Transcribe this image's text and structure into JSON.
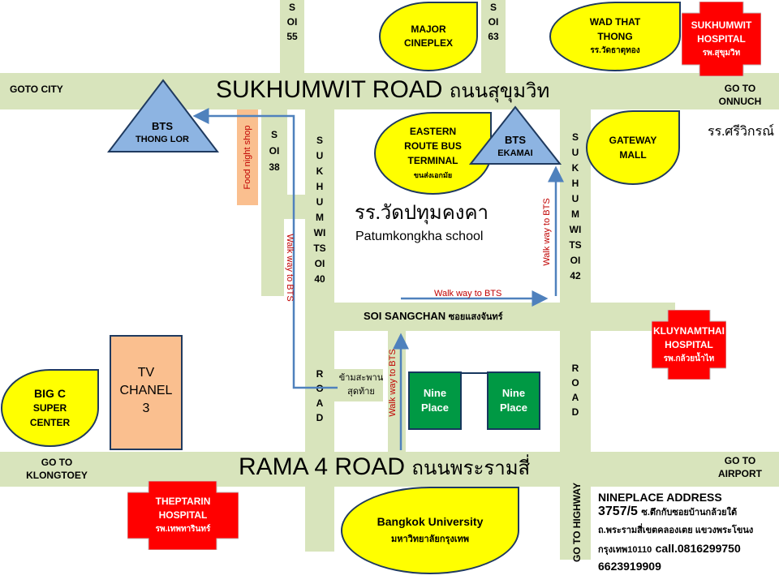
{
  "roads": {
    "sukhumvit_en": "SUKHUMWIT ROAD",
    "sukhumvit_th": "ถนนสุขุมวิท",
    "rama4_en": "RAMA 4 ROAD",
    "rama4_th": "ถนนพระรามสี่",
    "sangchan_en": "SOI SANGCHAN",
    "sangchan_th": "ซอยแสงจันทร์",
    "soi55": "SOI55",
    "soi63": "SOI63",
    "soi38": "SOI38",
    "soi40": "SUKHUMWITSOI40",
    "soi40_road": "ROAD",
    "soi42": "SUKHUMWITSOI42",
    "soi42_road": "ROAD"
  },
  "directions": {
    "goto_city": "GOTO CITY",
    "onnuch_1": "GO TO",
    "onnuch_2": "ONNUCH",
    "klongtoey_1": "GO TO",
    "klongtoey_2": "KLONGTOEY",
    "airport_1": "GO TO",
    "airport_2": "AIRPORT",
    "highway": "GO TO HIGHWAY"
  },
  "places": {
    "major_1": "MAJOR",
    "major_2": "CINEPLEX",
    "wad_1": "WAD THAT",
    "wad_2": "THONG",
    "wad_th": "รร.วัดธาตุทอง",
    "eastern_1": "EASTERN",
    "eastern_2": "ROUTE BUS",
    "eastern_3": "TERMINAL",
    "eastern_th": "ขนส่งเอกมัย",
    "gateway_1": "GATEWAY",
    "gateway_2": "MALL",
    "bigc_1": "BIG C",
    "bigc_2": "SUPER",
    "bigc_3": "CENTER",
    "bu_en": "Bangkok University",
    "bu_th": "มหาวิทยาลัยกรุงเทพ",
    "srivikorn_th": "รร.ศรีวิกรณ์",
    "school_th": "รร.วัดปทุมคงคา",
    "school_en": "Patumkongkha school",
    "tv_1": "TV",
    "tv_2": "CHANEL",
    "tv_3": "3",
    "food": "Food night  shop",
    "bridge_1": "ข้ามสะพาน",
    "bridge_2": "สุดท้าย",
    "nine_1a": "Nine",
    "nine_1b": "Place",
    "nine_2a": "Nine",
    "nine_2b": "Place"
  },
  "hospitals": {
    "sukhumvit_1": "SUKHUMWIT",
    "sukhumvit_2": "HOSPITAL",
    "sukhumvit_th": "รพ.สุขุมวิท",
    "kluay_1": "KLUYNAMTHAI",
    "kluay_2": "HOSPITAL",
    "kluay_th": "รพ.กล้วยน้ำไท",
    "thep_1": "THEPTARIN",
    "thep_2": "HOSPITAL",
    "thep_th": "รพ.เทพทารินทร์"
  },
  "bts": {
    "thonglor_1": "BTS",
    "thonglor_2": "THONG LOR",
    "ekamai_1": "BTS",
    "ekamai_2": "EKAMAI"
  },
  "walkways": {
    "soi40": "Walk way  to BTS",
    "sangchan": "Walk way  to BTS",
    "nine": "Walk way  to BTS",
    "soi42": "Walk way to BTS"
  },
  "address": {
    "title": "NINEPLACE ADDRESS",
    "number": "3757/5",
    "line1_th": "ซ.ตึกกับซอยบ้านกล้วยใต้",
    "line2_th": "ถ.พระรามสี่เขตคลองเตย แขวงพระโขนง",
    "line3_th": "กรุงเทพ10110",
    "phone1": "call.0816299750",
    "phone2": "6623919909"
  },
  "colors": {
    "road": "#d8e4bc",
    "leaf": "#ffff00",
    "hospital": "#ff0000",
    "bts": "#8db4e2",
    "walkway_line": "#4f81bd",
    "walkway_text": "#c00000",
    "nine_place": "#009944",
    "tv": "#fabf8f"
  }
}
